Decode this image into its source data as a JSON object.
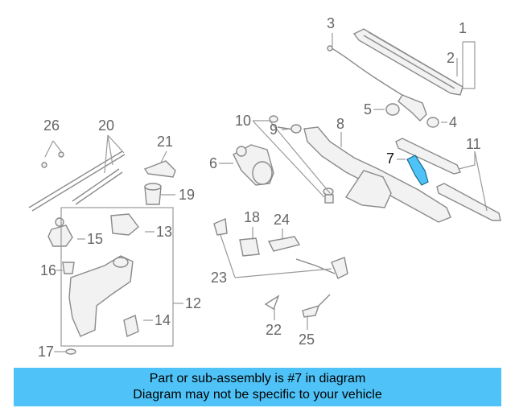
{
  "callouts": {
    "c1": "1",
    "c2": "2",
    "c3": "3",
    "c4": "4",
    "c5": "5",
    "c6": "6",
    "c7": "7",
    "c8": "8",
    "c9": "9",
    "c10": "10",
    "c11": "11",
    "c12": "12",
    "c13": "13",
    "c14": "14",
    "c15": "15",
    "c16": "16",
    "c17": "17",
    "c18": "18",
    "c19": "19",
    "c20": "20",
    "c21": "21",
    "c22": "22",
    "c23": "23",
    "c24": "24",
    "c25": "25",
    "c26": "26"
  },
  "highlight": {
    "part_number": "7",
    "color": "#4fc3f7"
  },
  "banner": {
    "line1": "Part or sub-assembly is #7 in diagram",
    "line2": "Diagram may not be specific to your vehicle",
    "background": "#4fc3f7"
  }
}
